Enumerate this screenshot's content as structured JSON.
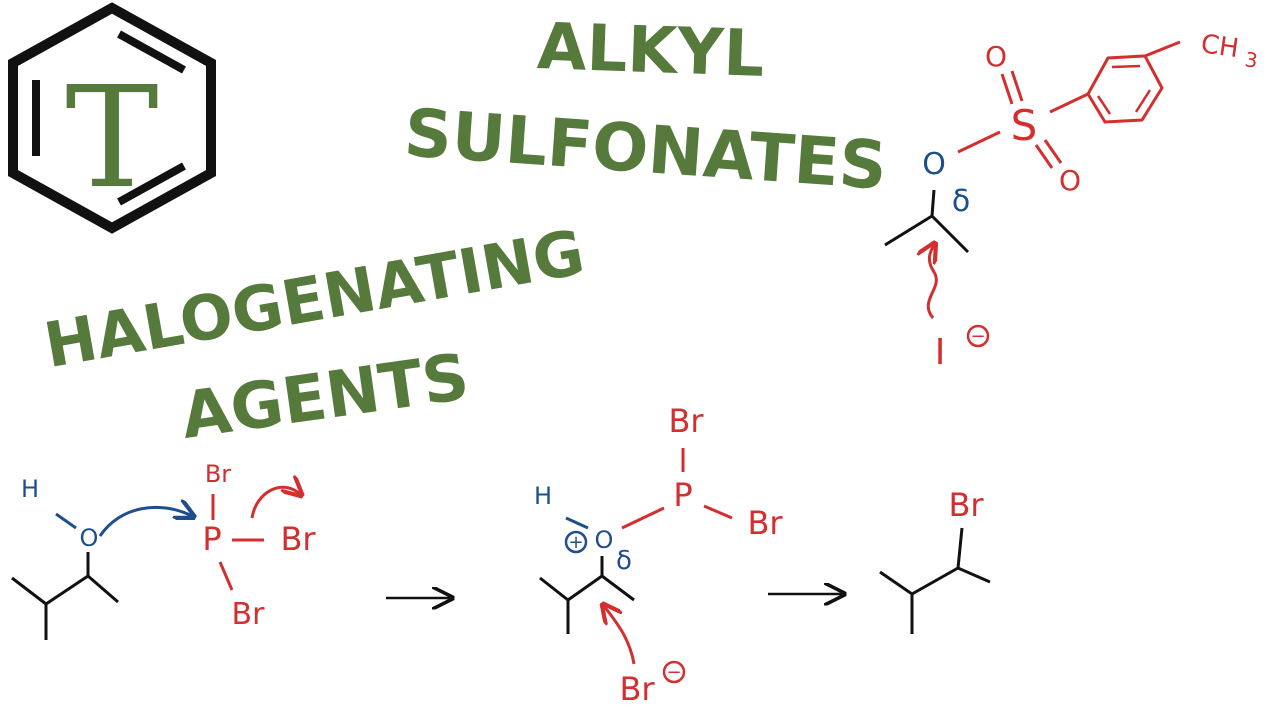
{
  "logo": {
    "letter": "T"
  },
  "headings": {
    "alkyl_sulfonates": [
      "ALKYL",
      "SULFONATES"
    ],
    "halogenating_agents": [
      "HALOGENATING",
      "AGENTS"
    ]
  },
  "colors": {
    "title_green": "#567a3c",
    "red": "#d32f2f",
    "blue": "#1e4f8c",
    "black": "#111111"
  },
  "tosylate": {
    "oxygen": "O",
    "sulfur": "S",
    "oxo_top": "O",
    "oxo_bottom": "O",
    "methyl": "CH",
    "methyl_sub": "3",
    "leaving_label": "δ",
    "nucleophile": "I",
    "charge": "−"
  },
  "reaction": {
    "hydrogen_1": "H",
    "oxygen_1": "O",
    "phosphorus_1": "P",
    "br_top_1": "Br",
    "br_right_1": "Br",
    "br_bottom_1": "Br",
    "hydrogen_2": "H",
    "oxygen_2": "O",
    "plus": "+",
    "delta_2": "δ",
    "phosphorus_2": "P",
    "br_top_2": "Br",
    "br_right_2": "Br",
    "bromide": "Br",
    "bromide_charge": "−",
    "product_br": "Br"
  }
}
